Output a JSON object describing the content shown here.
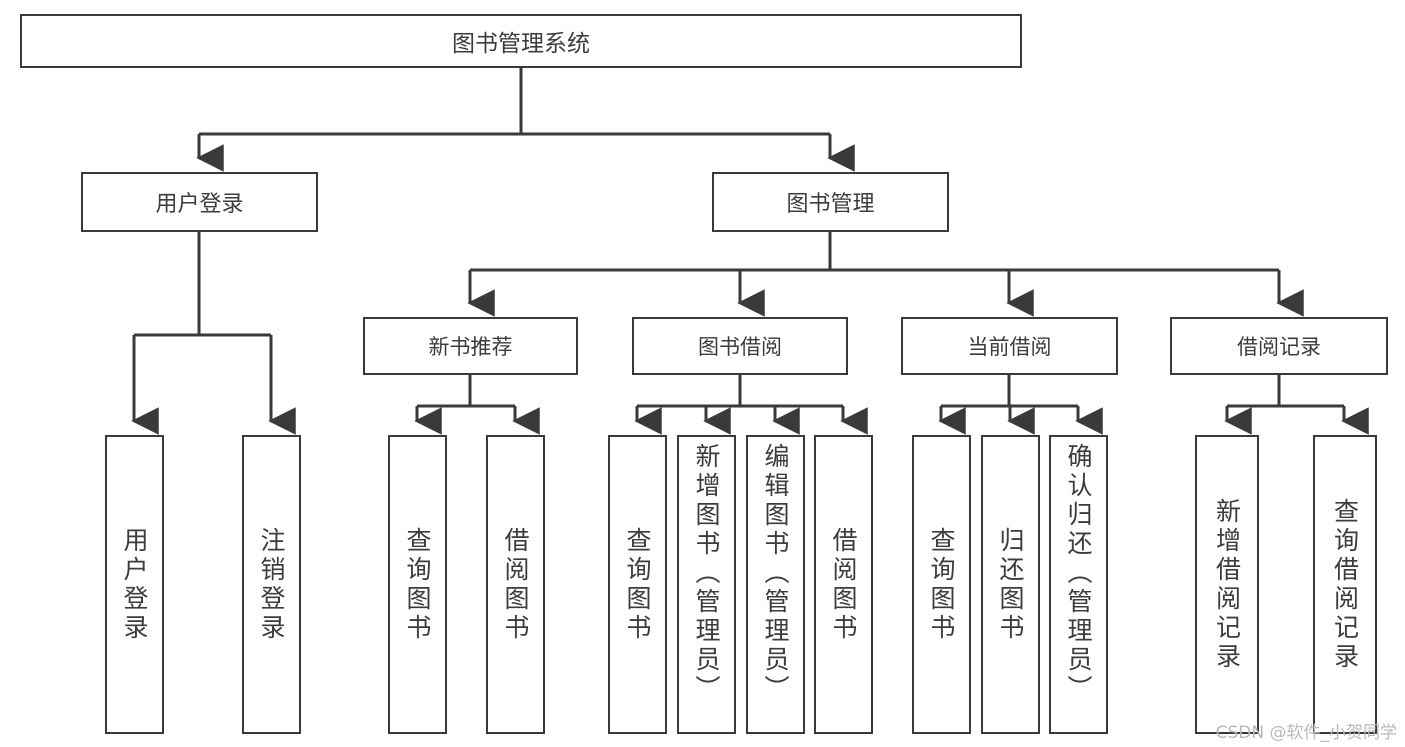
{
  "diagram": {
    "type": "tree",
    "title": "图书管理系统",
    "root": {
      "label": "图书管理系统"
    },
    "level2": [
      {
        "label": "用户登录"
      },
      {
        "label": "图书管理"
      }
    ],
    "level3": [
      {
        "label": "新书推荐"
      },
      {
        "label": "图书借阅"
      },
      {
        "label": "当前借阅"
      },
      {
        "label": "借阅记录"
      }
    ],
    "leaves": {
      "user_login": [
        {
          "label": "用户登录"
        },
        {
          "label": "注销登录"
        }
      ],
      "new_book": [
        {
          "label": "查询图书"
        },
        {
          "label": "借阅图书"
        }
      ],
      "book_borrow": [
        {
          "label": "查询图书"
        },
        {
          "label": "新增图书（管理员）"
        },
        {
          "label": "编辑图书（管理员）"
        },
        {
          "label": "借阅图书"
        }
      ],
      "current_borrow": [
        {
          "label": "查询图书"
        },
        {
          "label": "归还图书"
        },
        {
          "label": "确认归还（管理员）"
        }
      ],
      "borrow_record": [
        {
          "label": "新增借阅记录"
        },
        {
          "label": "查询借阅记录"
        }
      ]
    }
  },
  "watermark": {
    "text": "CSDN @软件_小贺同学"
  },
  "colors": {
    "border": "#3a3a3a",
    "text": "#3c3c3c",
    "background": "#ffffff",
    "watermark": "#b9b9b9"
  }
}
